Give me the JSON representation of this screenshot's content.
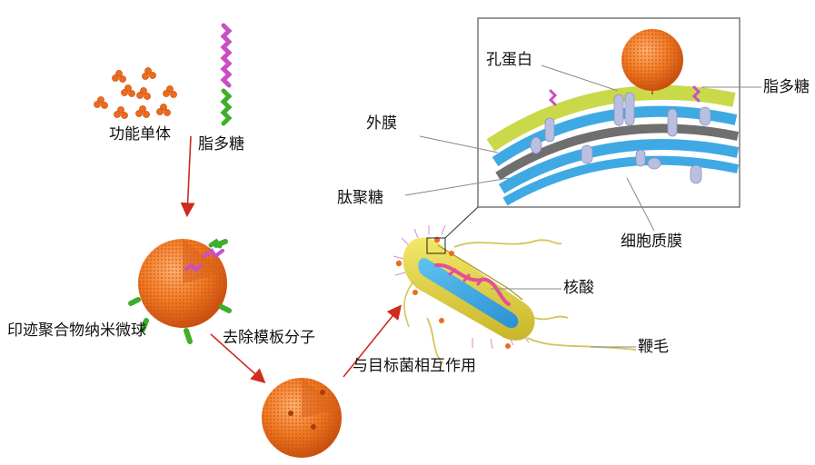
{
  "labels": {
    "monomer": "功能单体",
    "lps_left": "脂多糖",
    "imprinted_sphere": "印迹聚合物纳米微球",
    "remove_template": "去除模板分子",
    "interact": "与目标菌相互作用",
    "porin": "孔蛋白",
    "lps_right": "脂多糖",
    "outer_membrane": "外膜",
    "peptidoglycan": "肽聚糖",
    "cytoplasmic_membrane": "细胞质膜",
    "nucleic_acid": "核酸",
    "flagellum": "鞭毛"
  },
  "colors": {
    "sphere": "#ee6a1c",
    "lps_magenta": "#c94fc6",
    "lps_green": "#3fae2b",
    "arrow": "#d12a1e",
    "outer_membrane": "#c9d94a",
    "peptidoglycan": "#6f6f6f",
    "cytoplasmic_membrane": "#3fa9e4",
    "porin": "#b9bfe0",
    "cell_body": "#e8d84a",
    "nucleic_acid": "#e24f9a"
  }
}
